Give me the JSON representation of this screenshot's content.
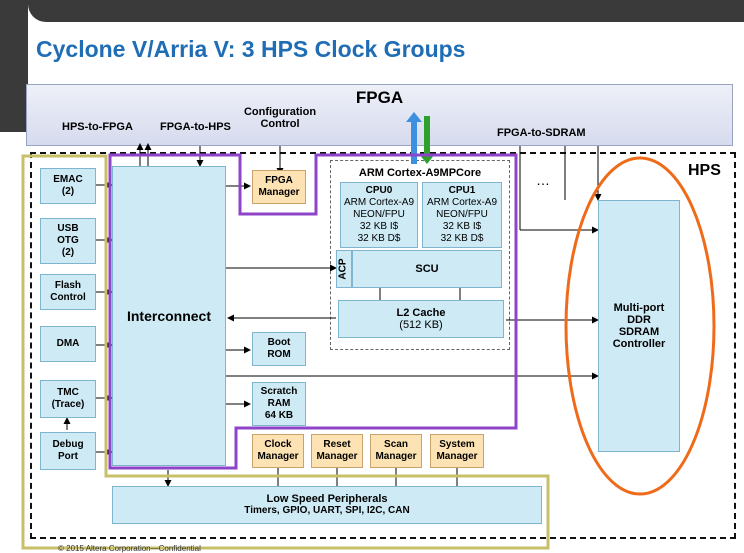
{
  "slide": {
    "title": "Cyclone V/Arria V:  3 HPS Clock Groups",
    "footer": "© 2015 Altera Corporation—Confidential"
  },
  "fpga": {
    "title": "FPGA",
    "hps_to_fpga": "HPS-to-FPGA",
    "fpga_to_hps": "FPGA-to-HPS",
    "config_control_line1": "Configuration",
    "config_control_line2": "Control",
    "fpga_to_sdram": "FPGA-to-SDRAM"
  },
  "hps": {
    "label": "HPS",
    "ellipsis": "…",
    "peripherals": [
      {
        "line1": "EMAC",
        "line2": "(2)",
        "line3": ""
      },
      {
        "line1": "USB",
        "line2": "OTG",
        "line3": "(2)"
      },
      {
        "line1": "Flash",
        "line2": "Control",
        "line3": ""
      },
      {
        "line1": "DMA",
        "line2": "",
        "line3": ""
      },
      {
        "line1": "TMC",
        "line2": "(Trace)",
        "line3": ""
      },
      {
        "line1": "Debug",
        "line2": "Port",
        "line3": ""
      }
    ],
    "interconnect": "Interconnect",
    "fpga_manager": {
      "line1": "FPGA",
      "line2": "Manager"
    },
    "boot_rom": {
      "line1": "Boot",
      "line2": "ROM"
    },
    "scratch_ram": {
      "line1": "Scratch",
      "line2": "RAM",
      "line3": "64 KB"
    },
    "arm": {
      "title": "ARM Cortex-A9MPCore",
      "cpu0": {
        "name": "CPU0",
        "l1": "ARM Cortex-A9",
        "l2": "NEON/FPU",
        "l3": "32 KB I$",
        "l4": "32 KB D$"
      },
      "cpu1": {
        "name": "CPU1",
        "l1": "ARM Cortex-A9",
        "l2": "NEON/FPU",
        "l3": "32 KB I$",
        "l4": "32 KB D$"
      },
      "acp": "ACP",
      "scu": "SCU",
      "l2": {
        "line1": "L2 Cache",
        "line2": "(512 KB)"
      }
    },
    "sdram": {
      "line1": "Multi-port",
      "line2": "DDR",
      "line3": "SDRAM",
      "line4": "Controller"
    },
    "managers": [
      {
        "line1": "Clock",
        "line2": "Manager"
      },
      {
        "line1": "Reset",
        "line2": "Manager"
      },
      {
        "line1": "Scan",
        "line2": "Manager"
      },
      {
        "line1": "System",
        "line2": "Manager"
      }
    ],
    "low_speed": {
      "title": "Low Speed Peripherals",
      "list": "Timers, GPIO, UART, SPI, I2C, CAN"
    }
  },
  "colors": {
    "title_blue": "#1f6db5",
    "clock_group_yellow": "#c8bf6a",
    "clock_group_purple": "#8e44c9",
    "clock_group_orange": "#ef6b1a",
    "block_blue": "#cdeaf5",
    "block_orange": "#fde3b3"
  }
}
